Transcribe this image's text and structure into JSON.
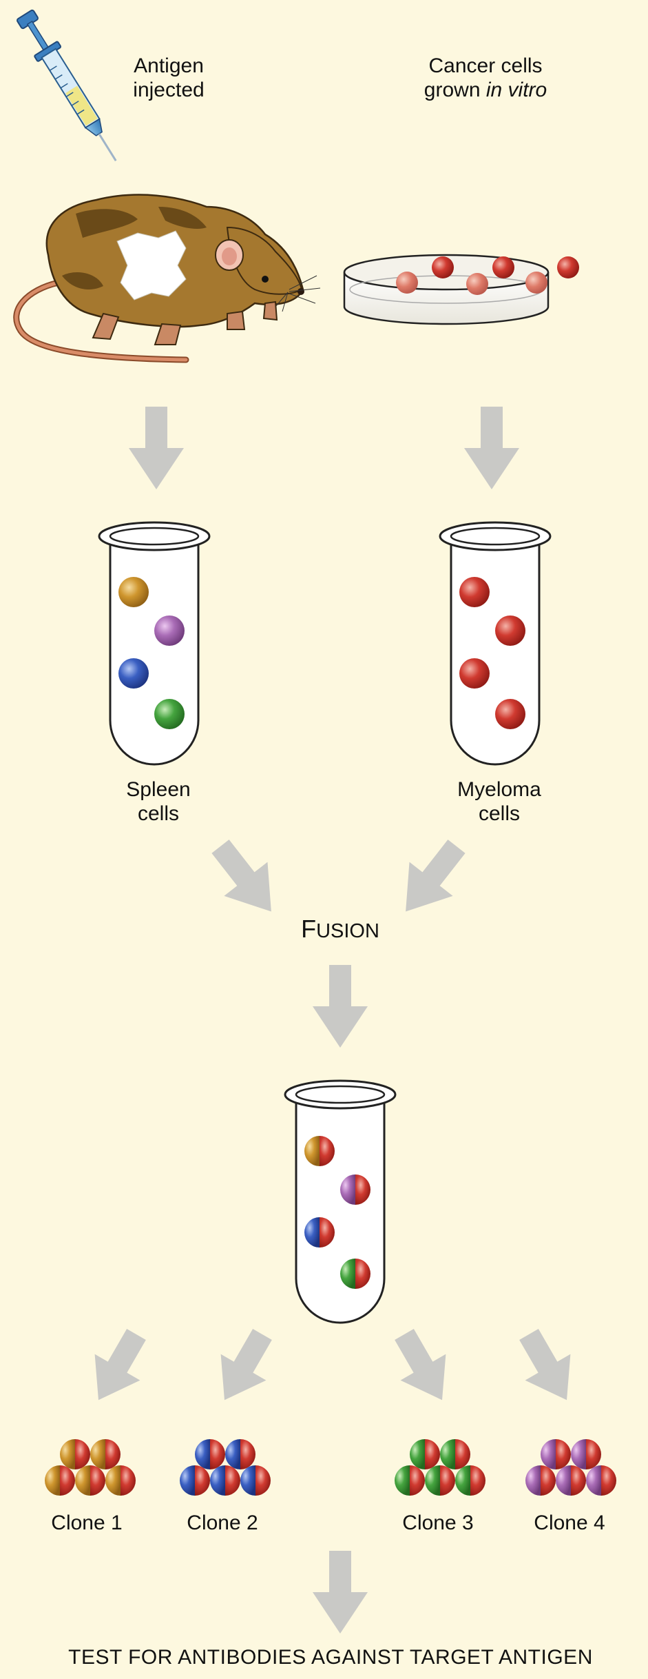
{
  "labels": {
    "antigen_line1": "Antigen",
    "antigen_line2": "injected",
    "cancer_line1": "Cancer cells",
    "cancer_line2_a": "grown ",
    "cancer_line2_b": "in vitro",
    "spleen_line1": "Spleen",
    "spleen_line2": "cells",
    "myeloma_line1": "Myeloma",
    "myeloma_line2": "cells",
    "fusion_first": "F",
    "fusion_rest": "USION",
    "clone1": "Clone 1",
    "clone2": "Clone 2",
    "clone3": "Clone 3",
    "clone4": "Clone 4",
    "test": "TEST FOR ANTIBODIES AGAINST TARGET ANTIGEN"
  },
  "colors": {
    "background": "#fdf8df",
    "arrow": "#c9c9c6",
    "myeloma_red": "#c8302a",
    "spleen_orange": "#c8902e",
    "spleen_purple": "#a569b3",
    "spleen_blue": "#3457b8",
    "spleen_green": "#3f9a3c"
  }
}
